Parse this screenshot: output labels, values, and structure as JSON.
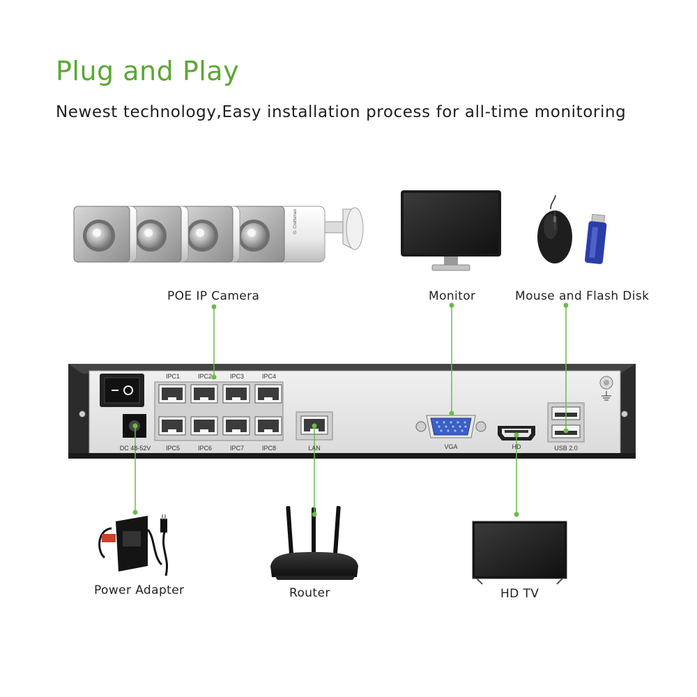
{
  "title": "Plug and Play",
  "subtitle": "Newest technology,Easy installation process for all-time monitoring",
  "devices": {
    "camera": "POE IP Camera",
    "camera_brand": "G. Craftsman",
    "monitor": "Monitor",
    "mouse_flash": "Mouse and Flash Disk",
    "power": "Power Adapter",
    "router": "Router",
    "tv": "HD TV"
  },
  "nvr_ports": {
    "ipc_top": [
      "IPC1",
      "IPC2",
      "IPC3",
      "IPC4"
    ],
    "ipc_bottom": [
      "IPC5",
      "IPC6",
      "IPC7",
      "IPC8"
    ],
    "dc": "DC 48-52V",
    "lan": "LAN",
    "vga": "VGA",
    "hd": "HD",
    "usb": "USB 2.0"
  },
  "colors": {
    "accent": "#5aa832",
    "line": "#6cba4a",
    "panel": "#e6e6e6",
    "frame": "#2b2b2b"
  },
  "icons": [
    "power-switch-icon",
    "ground-icon",
    "rj45-port-icon",
    "vga-port-icon",
    "hdmi-port-icon",
    "usb-port-icon"
  ]
}
